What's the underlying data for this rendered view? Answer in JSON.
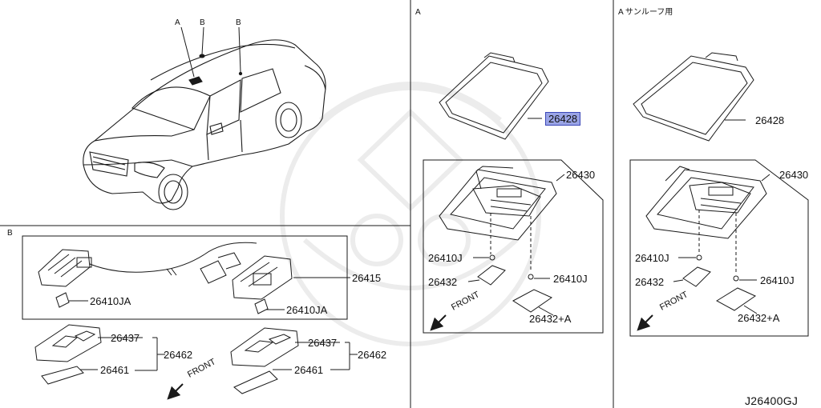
{
  "section_labels": {
    "a_overview_marker": "A",
    "b_overview_marker_1": "B",
    "b_overview_marker_2": "B",
    "b_panel": "B",
    "a_panel": "A",
    "a_sunroof_panel": "A サンルーフ用"
  },
  "part_numbers": {
    "p26415": "26415",
    "p26410ja_left": "26410JA",
    "p26410ja_right": "26410JA",
    "p26437_left": "26437",
    "p26461_left": "26461",
    "p26462_left": "26462",
    "p26437_right": "26437",
    "p26461_right": "26461",
    "p26462_right": "26462",
    "a_26428": "26428",
    "a_26430": "26430",
    "a_26410j_left": "26410J",
    "a_26410j_right": "26410J",
    "a_26432": "26432",
    "a_26432a": "26432+A",
    "s_26428": "26428",
    "s_26430": "26430",
    "s_26410j_left": "26410J",
    "s_26410j_right": "26410J",
    "s_26432": "26432",
    "s_26432a": "26432+A"
  },
  "front_labels": {
    "b_front": "FRONT",
    "a_front": "FRONT",
    "s_front": "FRONT"
  },
  "diagram_code": "J26400GJ",
  "colors": {
    "line": "#1a1a1a",
    "highlight_fill": "#9aa4e6",
    "highlight_border": "#3b47b8",
    "watermark": "#ececec"
  }
}
